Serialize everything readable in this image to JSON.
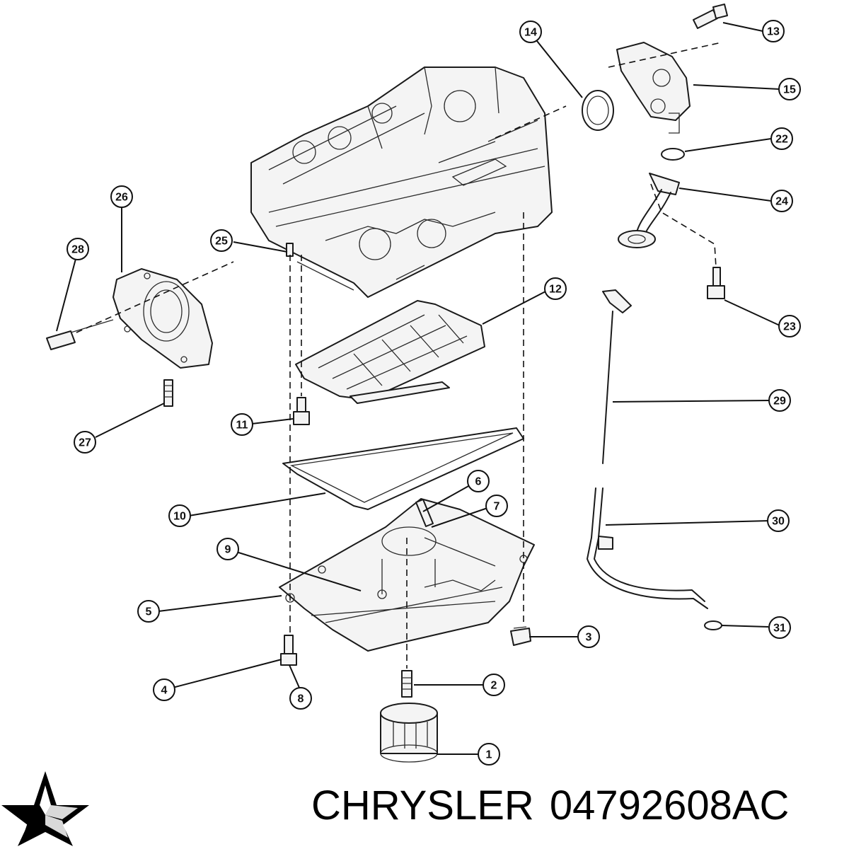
{
  "footer": {
    "brand": "CHRYSLER",
    "part_number": "04792608AC"
  },
  "logo": {
    "icon": "chrysler-pentastar-icon"
  },
  "callouts": [
    {
      "id": "c1",
      "label": "1"
    },
    {
      "id": "c2",
      "label": "2"
    },
    {
      "id": "c3",
      "label": "3"
    },
    {
      "id": "c4",
      "label": "4"
    },
    {
      "id": "c5",
      "label": "5"
    },
    {
      "id": "c6",
      "label": "6"
    },
    {
      "id": "c7",
      "label": "7"
    },
    {
      "id": "c8",
      "label": "8"
    },
    {
      "id": "c9",
      "label": "9"
    },
    {
      "id": "c10",
      "label": "10"
    },
    {
      "id": "c11",
      "label": "11"
    },
    {
      "id": "c12",
      "label": "12"
    },
    {
      "id": "c13",
      "label": "13"
    },
    {
      "id": "c14",
      "label": "14"
    },
    {
      "id": "c15",
      "label": "15"
    },
    {
      "id": "c22",
      "label": "22"
    },
    {
      "id": "c23",
      "label": "23"
    },
    {
      "id": "c24",
      "label": "24"
    },
    {
      "id": "c25",
      "label": "25"
    },
    {
      "id": "c26",
      "label": "26"
    },
    {
      "id": "c27",
      "label": "27"
    },
    {
      "id": "c28",
      "label": "28"
    },
    {
      "id": "c29",
      "label": "29"
    },
    {
      "id": "c30",
      "label": "30"
    },
    {
      "id": "c31",
      "label": "31"
    }
  ]
}
